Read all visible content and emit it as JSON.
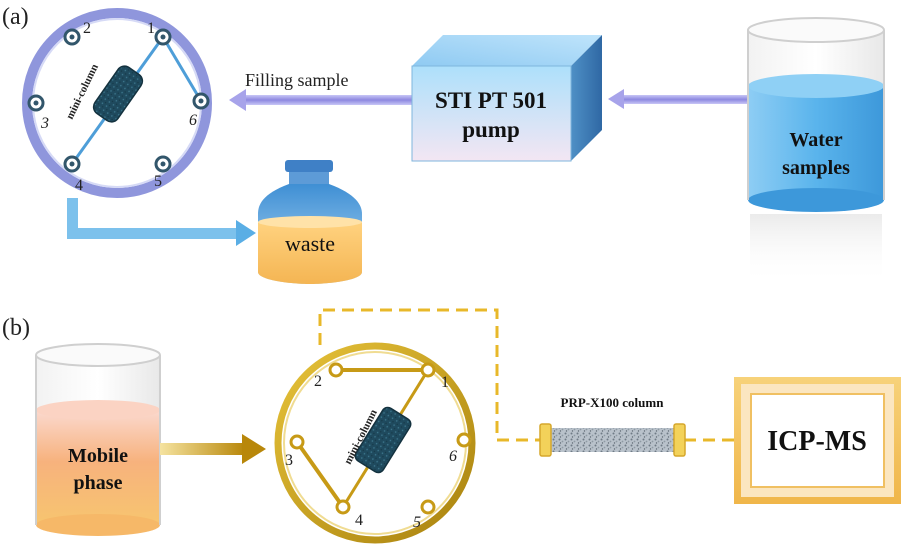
{
  "panel_a": {
    "label": "(a)",
    "valve": {
      "column_label": "mini-column",
      "ports": [
        "1",
        "2",
        "3",
        "4",
        "5",
        "6"
      ]
    },
    "flow_label": "Filling sample",
    "pump": {
      "line1": "STI PT 501",
      "line2": "pump"
    },
    "source": {
      "line1": "Water",
      "line2": "samples"
    },
    "waste_label": "waste"
  },
  "panel_b": {
    "label": "(b)",
    "source": {
      "line1": "Mobile",
      "line2": "phase"
    },
    "valve": {
      "column_label": "mini-column",
      "ports": [
        "1",
        "2",
        "3",
        "4",
        "5",
        "6"
      ]
    },
    "column_label": "PRP-X100  column",
    "detector_label": "ICP-MS"
  },
  "colors": {
    "valve_a_ring": "#8f96dc",
    "valve_b_ring": "#c9a21c",
    "arrow_purple": "#9e9be6",
    "arrow_blue": "#63b4e6",
    "arrow_gold": "#c29612",
    "column_body": "#23485a",
    "pump_front": "#c7e6fa",
    "water": "#5eb6ec",
    "waste_liquid": "#f8c978",
    "mobile_phase": "#f4a25c",
    "icpms_frame": "#f2c35e"
  }
}
